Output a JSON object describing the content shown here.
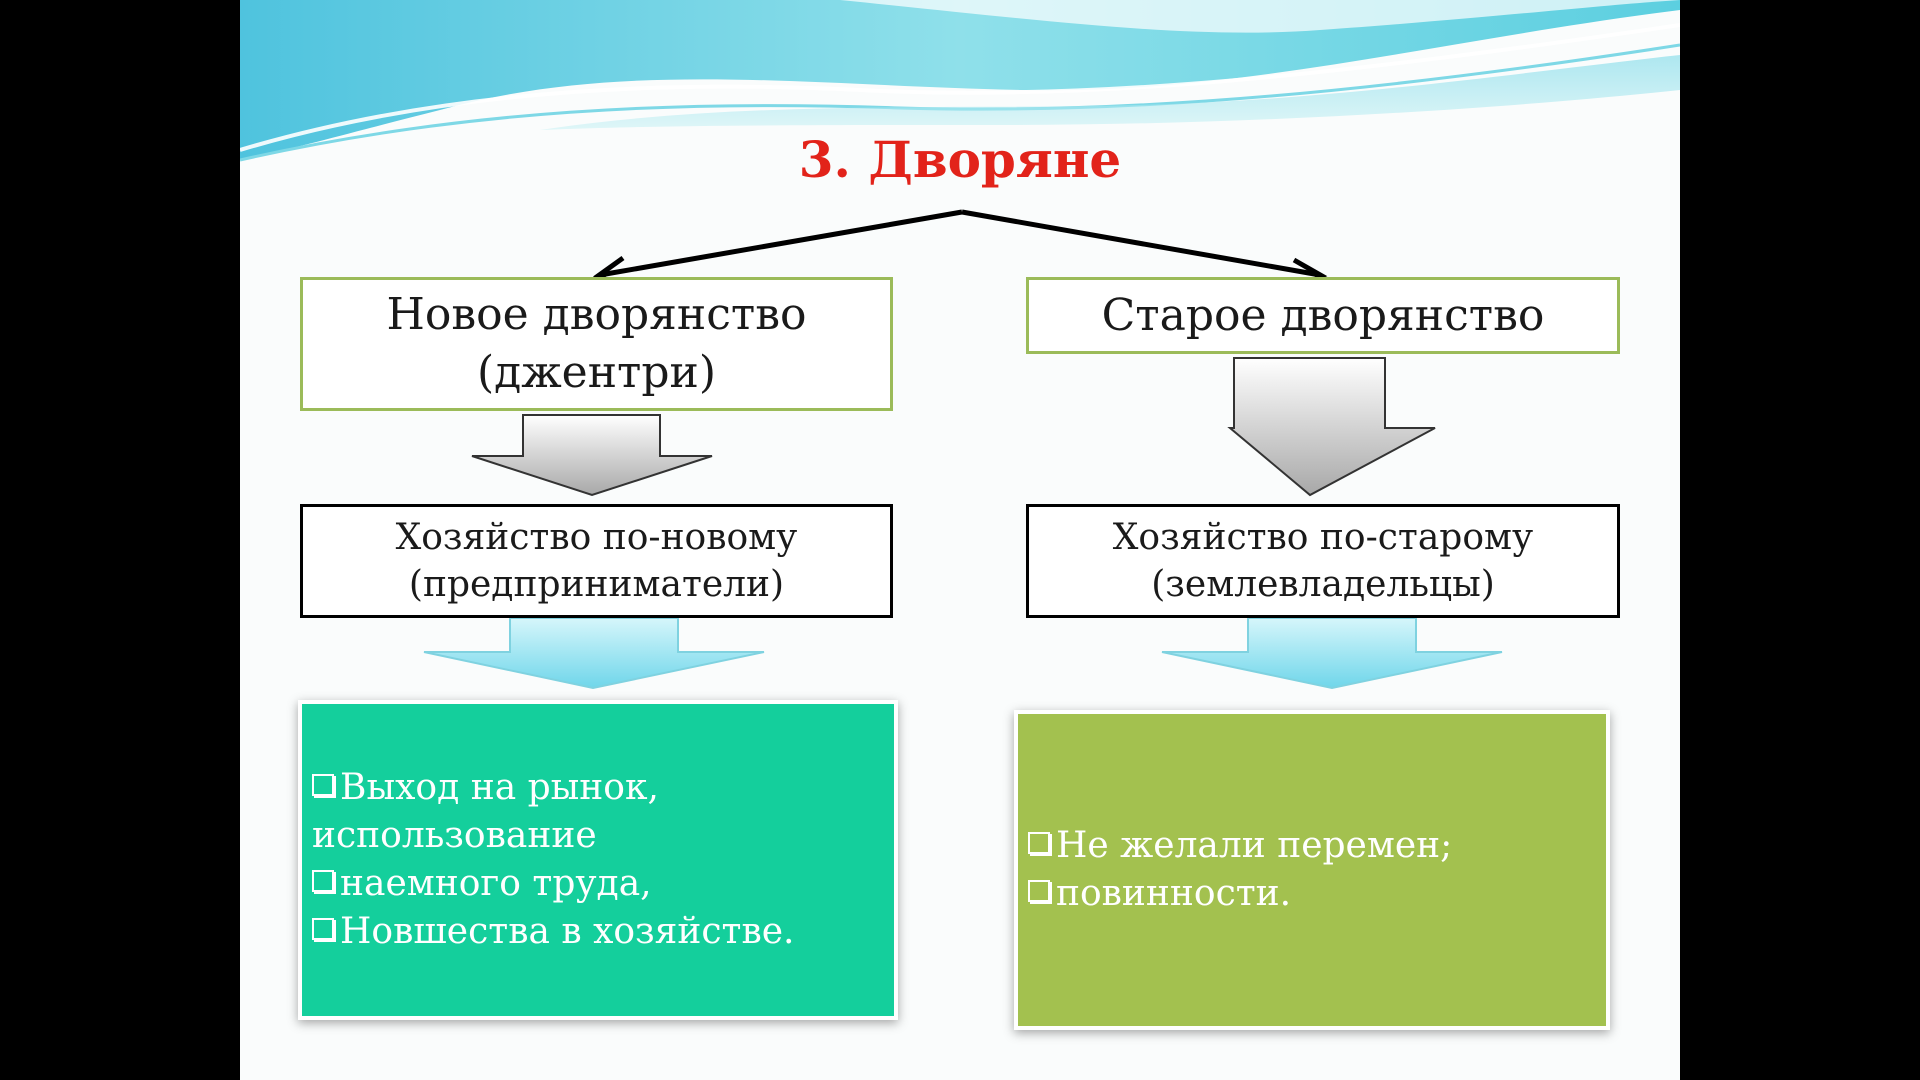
{
  "title": "3. Дворяне",
  "left": {
    "box1": "Новое дворянство\n(джентри)",
    "box2": "Хозяйство по-новому\n(предприниматели)",
    "panel_lines": [
      {
        "bullet": true,
        "text": "Выход на рынок,"
      },
      {
        "bullet": false,
        "text": "использование"
      },
      {
        "bullet": true,
        "text": "наемного труда,"
      },
      {
        "bullet": true,
        "text": "Новшества в хозяйстве."
      }
    ]
  },
  "right": {
    "box1": "Старое дворянство",
    "box2": "Хозяйство по-старому\n(землевладельцы)",
    "panel_lines": [
      {
        "bullet": true,
        "text": "Не желали перемен;"
      },
      {
        "bullet": true,
        "text": "повинности."
      }
    ]
  },
  "colors": {
    "title": "#e2231a",
    "left_panel": "#14cf9c",
    "right_panel": "#a3c14f",
    "box_border_green": "#9bbb59"
  }
}
